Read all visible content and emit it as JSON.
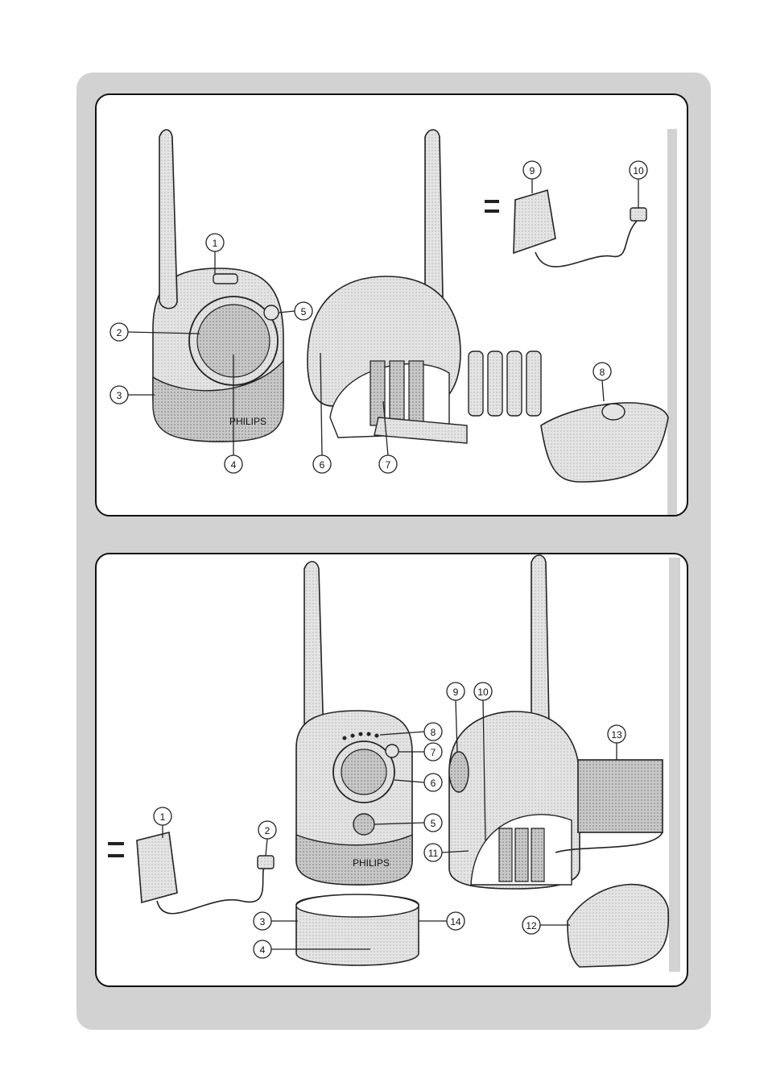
{
  "panel_top": {
    "callouts": [
      "1",
      "2",
      "3",
      "4",
      "5",
      "6",
      "7",
      "8",
      "9",
      "10"
    ],
    "brand": "PHILIPS"
  },
  "panel_bottom": {
    "callouts": [
      "1",
      "2",
      "3",
      "4",
      "5",
      "6",
      "7",
      "8",
      "9",
      "10",
      "11",
      "12",
      "13",
      "14"
    ],
    "brand": "PHILIPS"
  },
  "colors": {
    "frame": "#d2d2d2",
    "device_light": "#e6e6e6",
    "device_dark": "#c6c6c6",
    "line": "#222222"
  },
  "icons": [
    "antenna-icon",
    "adapter-icon",
    "battery-icon"
  ]
}
